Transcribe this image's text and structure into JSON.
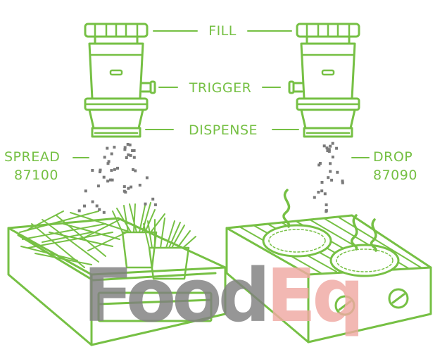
{
  "labels": {
    "fill": "FILL",
    "trigger": "TRIGGER",
    "dispense": "DISPENSE",
    "spread_name": "SPREAD",
    "spread_code": "87100",
    "drop_name": "DROP",
    "drop_code": "87090"
  },
  "watermark": {
    "text": "FoodEq",
    "part1": "Food",
    "part2": "Eq"
  },
  "colors": {
    "line": "#76c044",
    "watermark_gray": "#808080",
    "watermark_red": "#f0a9a3"
  }
}
